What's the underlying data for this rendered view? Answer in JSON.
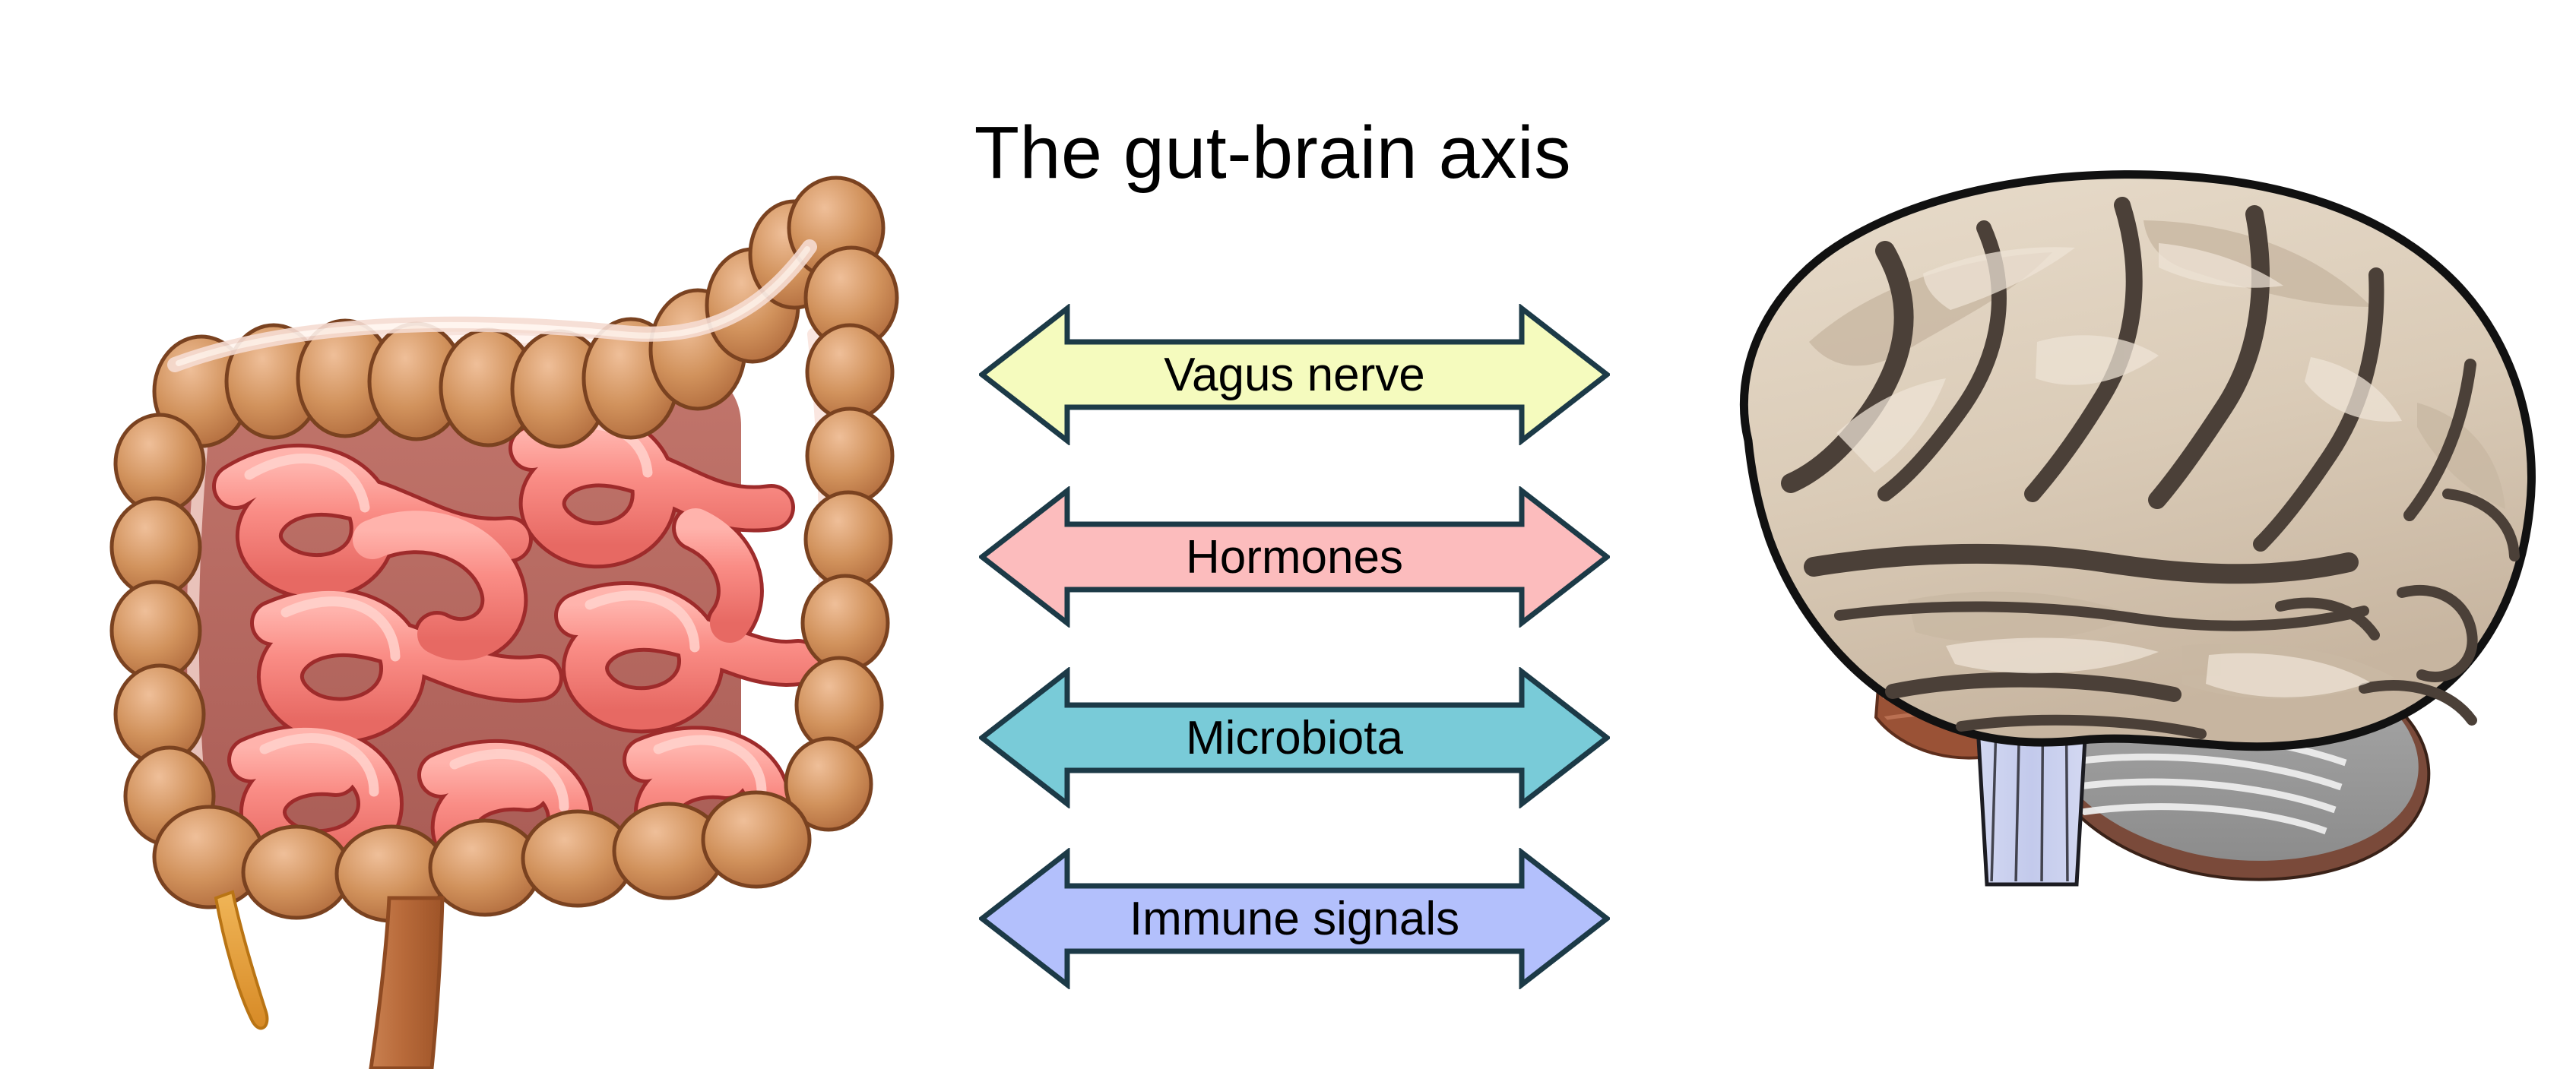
{
  "page": {
    "title": "The gut-brain axis",
    "background_color": "#ffffff",
    "title_color": "#000000"
  },
  "diagram": {
    "left_figure": {
      "name": "intestines-illustration",
      "label": "human intestines",
      "parts": [
        "large intestine",
        "small intestine",
        "cecum",
        "appendix",
        "rectum"
      ],
      "colors": {
        "colon": "#C4794C",
        "colon_light": "#DFA378",
        "colon_outline": "#6E3A1C",
        "small_intestine": "#F6817E",
        "small_intestine_light": "#FCA9A3",
        "small_intestine_outline": "#9E2B2B",
        "cavity": "#BE6E66",
        "appendix": "#E8A13A",
        "mesentery": "#F3D6CE"
      }
    },
    "right_figure": {
      "name": "brain-illustration",
      "label": "human brain",
      "parts": [
        "cerebrum",
        "cerebellum",
        "pons",
        "brainstem"
      ],
      "colors": {
        "cortex": "#DBCDBB",
        "cortex_light": "#EDE3D5",
        "cortex_mid": "#C9B8A3",
        "sulci": "#4B4038",
        "outline": "#111111",
        "cerebellum": "#9C9C9C",
        "cerebellum_folia": "#E8E8E8",
        "cerebellum_edge": "#7A4A3A",
        "pons": "#9A5236",
        "brainstem": "#C8CEEE",
        "brainstem_stripe": "#2B2B33"
      }
    },
    "arrow_stroke_color": "#1C3A47",
    "arrows": [
      {
        "name": "arrow-vagus-nerve",
        "label": "Vagus nerve",
        "color": "#F5FBBE",
        "direction": "bidirectional"
      },
      {
        "name": "arrow-hormones",
        "label": "Hormones",
        "color": "#FCBCBD",
        "direction": "bidirectional"
      },
      {
        "name": "arrow-microbiota",
        "label": "Microbiota",
        "color": "#79CBD8",
        "direction": "bidirectional"
      },
      {
        "name": "arrow-immune-signals",
        "label": "Immune signals",
        "color": "#B3C0FC",
        "direction": "bidirectional"
      }
    ]
  }
}
